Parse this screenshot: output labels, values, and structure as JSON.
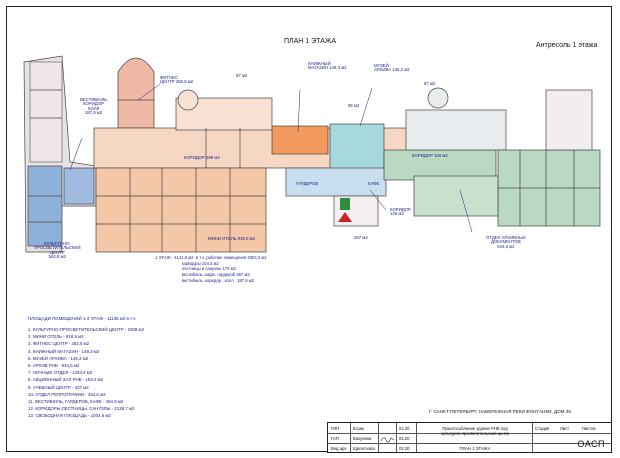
{
  "drawing": {
    "plan_title": "ПЛАН 1 ЭТАЖА",
    "mezzanine_title": "Антресоль 1 этажа"
  },
  "rooms": {
    "fitness": "ФИТНЕС\nЦЕНТР 282,5 м2",
    "bookstore": "КНИЖНЫЙ\nМАГАЗИН 149,3 м2",
    "museum": "МУЗЕЙ\nАРХИВА 145,2 м2",
    "vestibule": "ВЕСТИБЮЛЬ\nКОРИДОР\nХОЛЛ\n187,9 м2",
    "corridor_289": "КОРИДОР 289 м2",
    "corridor_100": "КОРИДОР 100 м2",
    "wardrobe": "ГАРДЕРОБ",
    "cafe": "КАФЕ",
    "corridor_125": "КОРИДОР\n125 м2",
    "mini_hotel": "МИНИ ОТЕЛЬ 918,9 м2",
    "archive_docs": "ОТДЕЛ АРХИВНЫХ\nДОКУМЕНТОВ\n944,6 м2",
    "culture_center": "КУЛЬТУРНО-\nПРОСВЕТИТЕЛЬСКИЙ\nЦЕНТР\n562,8 м2",
    "small_87a": "87 м2",
    "small_87b": "87 м2",
    "small_65": "65 м2",
    "small_267": "267 м2"
  },
  "floor_summary": "1 ЭТАЖ - 4141,6 м2, в т.ч. рабочие помещения 3003,3 м2\n                       коридоры 104,4 м2\n                       лестницы и санузлы 179 м2\n                       вестибюль, кафе, гардероб 267 м2\n                       вестибюль, коридор , холл   187,9 м2",
  "legend": {
    "header": "ПЛОЩАДИ ПОМЕЩЕНИЙ 1-3 ЭТАЖ - 11136 м2 в т.ч.",
    "items": [
      "1. КУЛЬТУРНО-ПРОСВЕТИТЕЛЬСКИЙ ЦЕНТР - 2309 м2",
      "2. МИНИ ОТЕЛЬ - 918,9 м2",
      "3. ФИТНЕС ЦЕНТР - 282,5 м2",
      "4. КНИЖНЫЙ МАГАЗИН - 149,3 м2",
      "5. МУЗЕЙ АРХИВА - 145,2 м2",
      "6. АРХИВ РНБ - 944,6 м2",
      "7. НОЧНЫЕ ОТДЕЛ - 1293,4 м2",
      "8. АКЦИОННЫЙ ЗАЛ РНБ - 183,3 м2",
      "9. УЧЕБНЫЙ ЦЕНТР - 437 м2",
      "10. ОТДЕЛ РЕПРОГРАФИИ - 454,6 м2",
      "11. ВЕСТИБЮЛЬ, ГАРДЕРОБ, КАФЕ - 454,9 м2",
      "12. КОРИДОРЫ,ЛЕСТНИЦЫ, САНУЗЛЫ - 2138,7 м2",
      "13. СВОБОДНАЯ ПЛОЩАДЬ - 1004,6 м2"
    ]
  },
  "title_block": {
    "address": "Г. САНКТ-ПЕТЕРБУРГ, НАБЕРЕЖНАЯ РЕКИ ФОНТАНКИ, ДОМ 36",
    "project": "Приспособление здания РНБ под\nкультурно-просветительский центр",
    "sheet_title": "ПЛАН 1 ЭТАЖА",
    "roles": [
      "ГИП",
      "ГАП",
      "Вед.арх"
    ],
    "names": [
      "Козак",
      "Бакулина",
      "Щепетнова"
    ],
    "dates": [
      "02.20",
      "02.20",
      "02.20"
    ],
    "col_stage": "Стадия",
    "col_sheet": "Лист",
    "col_sheets": "Листов",
    "org": "ОАСП"
  },
  "colors": {
    "ink": "#1b1b8a",
    "hotel": "#f3c7a8",
    "bookstore": "#f39a5e",
    "museum": "#a7d8dd",
    "archive": "#b9d9c2",
    "culture": "#8fb0d9",
    "fitness": "#f0b9a6"
  }
}
